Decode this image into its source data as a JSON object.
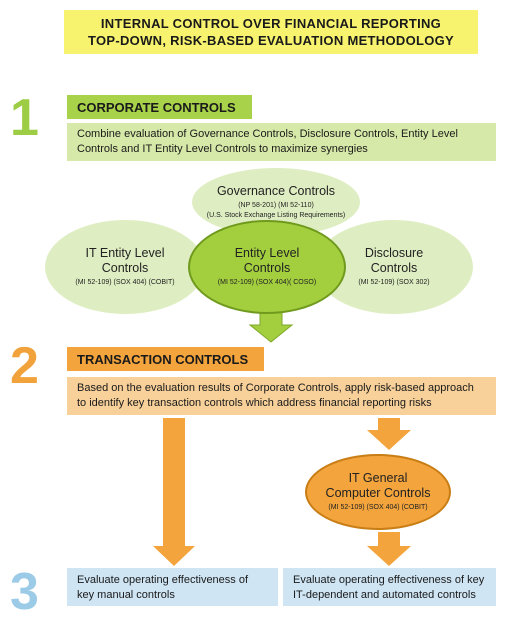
{
  "title": {
    "line1": "INTERNAL CONTROL OVER FINANCIAL REPORTING",
    "line2": "TOP-DOWN, RISK-BASED EVALUATION METHODOLOGY"
  },
  "step1": {
    "number": "1",
    "heading": "CORPORATE CONTROLS",
    "description": "Combine evaluation of Governance Controls, Disclosure Controls, Entity Level Controls and IT Entity Level Controls to maximize synergies"
  },
  "governance": {
    "name": "Governance Controls",
    "ref1": "(NP 58-201) (MI 52-110)",
    "ref2": "(U.S. Stock Exchange Listing Requirements)"
  },
  "it_entity": {
    "name1": "IT Entity Level",
    "name2": "Controls",
    "ref": "(MI 52-109) (SOX 404) (COBIT)"
  },
  "entity": {
    "name1": "Entity Level",
    "name2": "Controls",
    "ref": "(MI 52-109) (SOX 404)( COSO)"
  },
  "disclosure": {
    "name1": "Disclosure",
    "name2": "Controls",
    "ref": "(MI 52-109) (SOX 302)"
  },
  "step2": {
    "number": "2",
    "heading": "TRANSACTION CONTROLS",
    "description": "Based on the evaluation results of Corporate Controls, apply risk-based approach to identify key transaction controls which address financial reporting risks"
  },
  "itgc": {
    "name1": "IT General",
    "name2": "Computer Controls",
    "ref": "(MI 52-109) (SOX 404) (COBIT)"
  },
  "step3": {
    "number": "3",
    "manual": "Evaluate operating effectiveness of key manual controls",
    "automated": "Evaluate operating effectiveness of key IT-dependent and automated controls"
  },
  "colors": {
    "green_dark": "#a3cf3f",
    "green_light": "#dfeec2",
    "orange": "#f3a43c",
    "orange_light": "#f7d09a",
    "blue_light": "#cfe5f4",
    "yellow": "#f7f36e"
  }
}
